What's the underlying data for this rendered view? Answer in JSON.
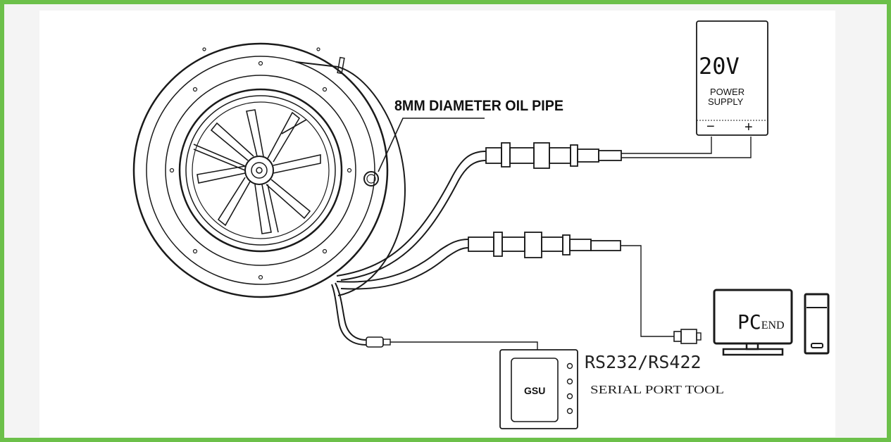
{
  "diagram": {
    "labels": {
      "oil_pipe": "8MM DIAMETER OIL PIPE",
      "voltage": "20V",
      "power_supply_line1": "POWER",
      "power_supply_line2": "SUPPLY",
      "minus": "−",
      "plus": "+",
      "pc_big": "PC",
      "pc_small": "END",
      "rs": "RS232/RS422",
      "serial_tool": "SERIAL PORT TOOL",
      "gsu": "GSU"
    },
    "colors": {
      "frame": "#6cc04a",
      "line": "#1a1a1a"
    }
  }
}
